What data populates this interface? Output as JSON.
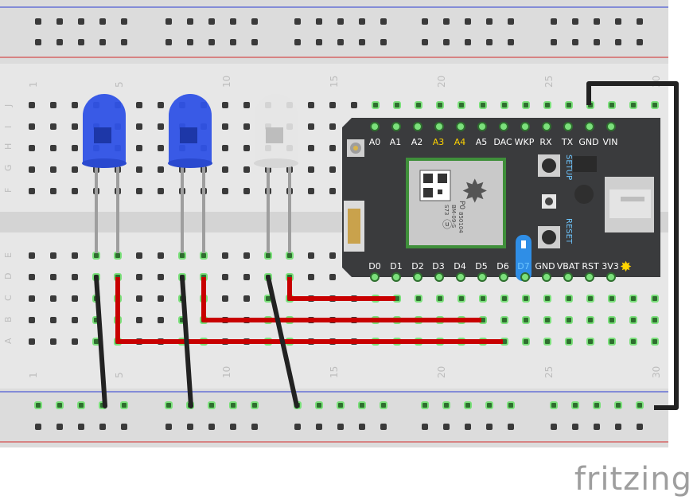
{
  "brand": {
    "name": "fritzing"
  },
  "breadboard": {
    "column_numbers": [
      "1",
      "5",
      "10",
      "15",
      "20",
      "25",
      "30"
    ],
    "row_letters_top": [
      "J",
      "I",
      "H",
      "G",
      "F"
    ],
    "row_letters_bottom": [
      "E",
      "D",
      "C",
      "B",
      "A"
    ]
  },
  "board": {
    "top_pins": [
      "A0",
      "A1",
      "A2",
      "A3",
      "A4",
      "A5",
      "DAC",
      "WKP",
      "RX",
      "TX",
      "GND",
      "VIN"
    ],
    "bottom_pins": [
      "D0",
      "D1",
      "D2",
      "D3",
      "D4",
      "D5",
      "D6",
      "D7",
      "GND",
      "VBAT",
      "RST",
      "3V3"
    ],
    "module_text": [
      "P0",
      "BM-09-S",
      "S73",
      "850104"
    ],
    "button_setup": "SETUP",
    "button_reset": "RESET"
  },
  "leds": [
    {
      "color": "blue",
      "hex": "#2f52e6"
    },
    {
      "color": "blue",
      "hex": "#2f52e6"
    },
    {
      "color": "white",
      "hex": "#e6e6e6"
    }
  ],
  "colors": {
    "board_bg": "#e7e7e7",
    "rail_red": "#d22a2a",
    "rail_blue": "#2a3bd2",
    "wire_red": "#c80000",
    "wire_black": "#222222",
    "photon_pcb": "#3a3b3d",
    "hole_active": "#7be07b"
  }
}
